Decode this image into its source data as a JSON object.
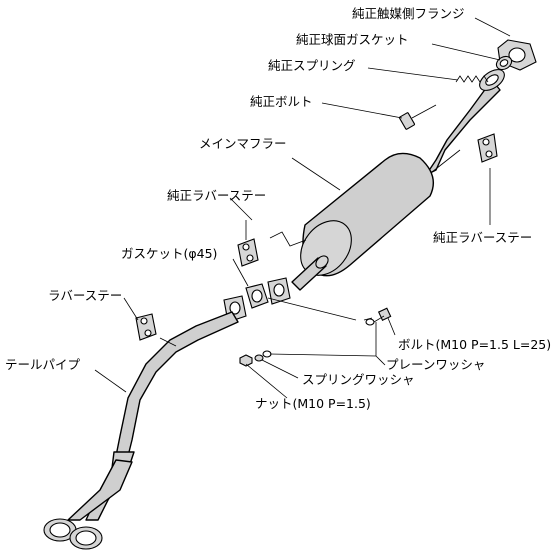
{
  "labels": {
    "cat_flange": "純正触媒側フランジ",
    "sphere_gasket": "純正球面ガスケット",
    "spring": "純正スプリング",
    "bolt_oem": "純正ボルト",
    "main_muffler": "メインマフラー",
    "rubber_stay_oem_left": "純正ラバーステー",
    "rubber_stay_oem_right": "純正ラバーステー",
    "gasket_45": "ガスケット(φ45)",
    "rubber_stay": "ラバーステー",
    "tail_pipe": "テールパイプ",
    "bolt_m10": "ボルト(M10 P=1.5 L=25)",
    "plain_washer": "プレーンワッシャ",
    "spring_washer": "スプリングワッシャ",
    "nut": "ナット(M10 P=1.5)"
  }
}
